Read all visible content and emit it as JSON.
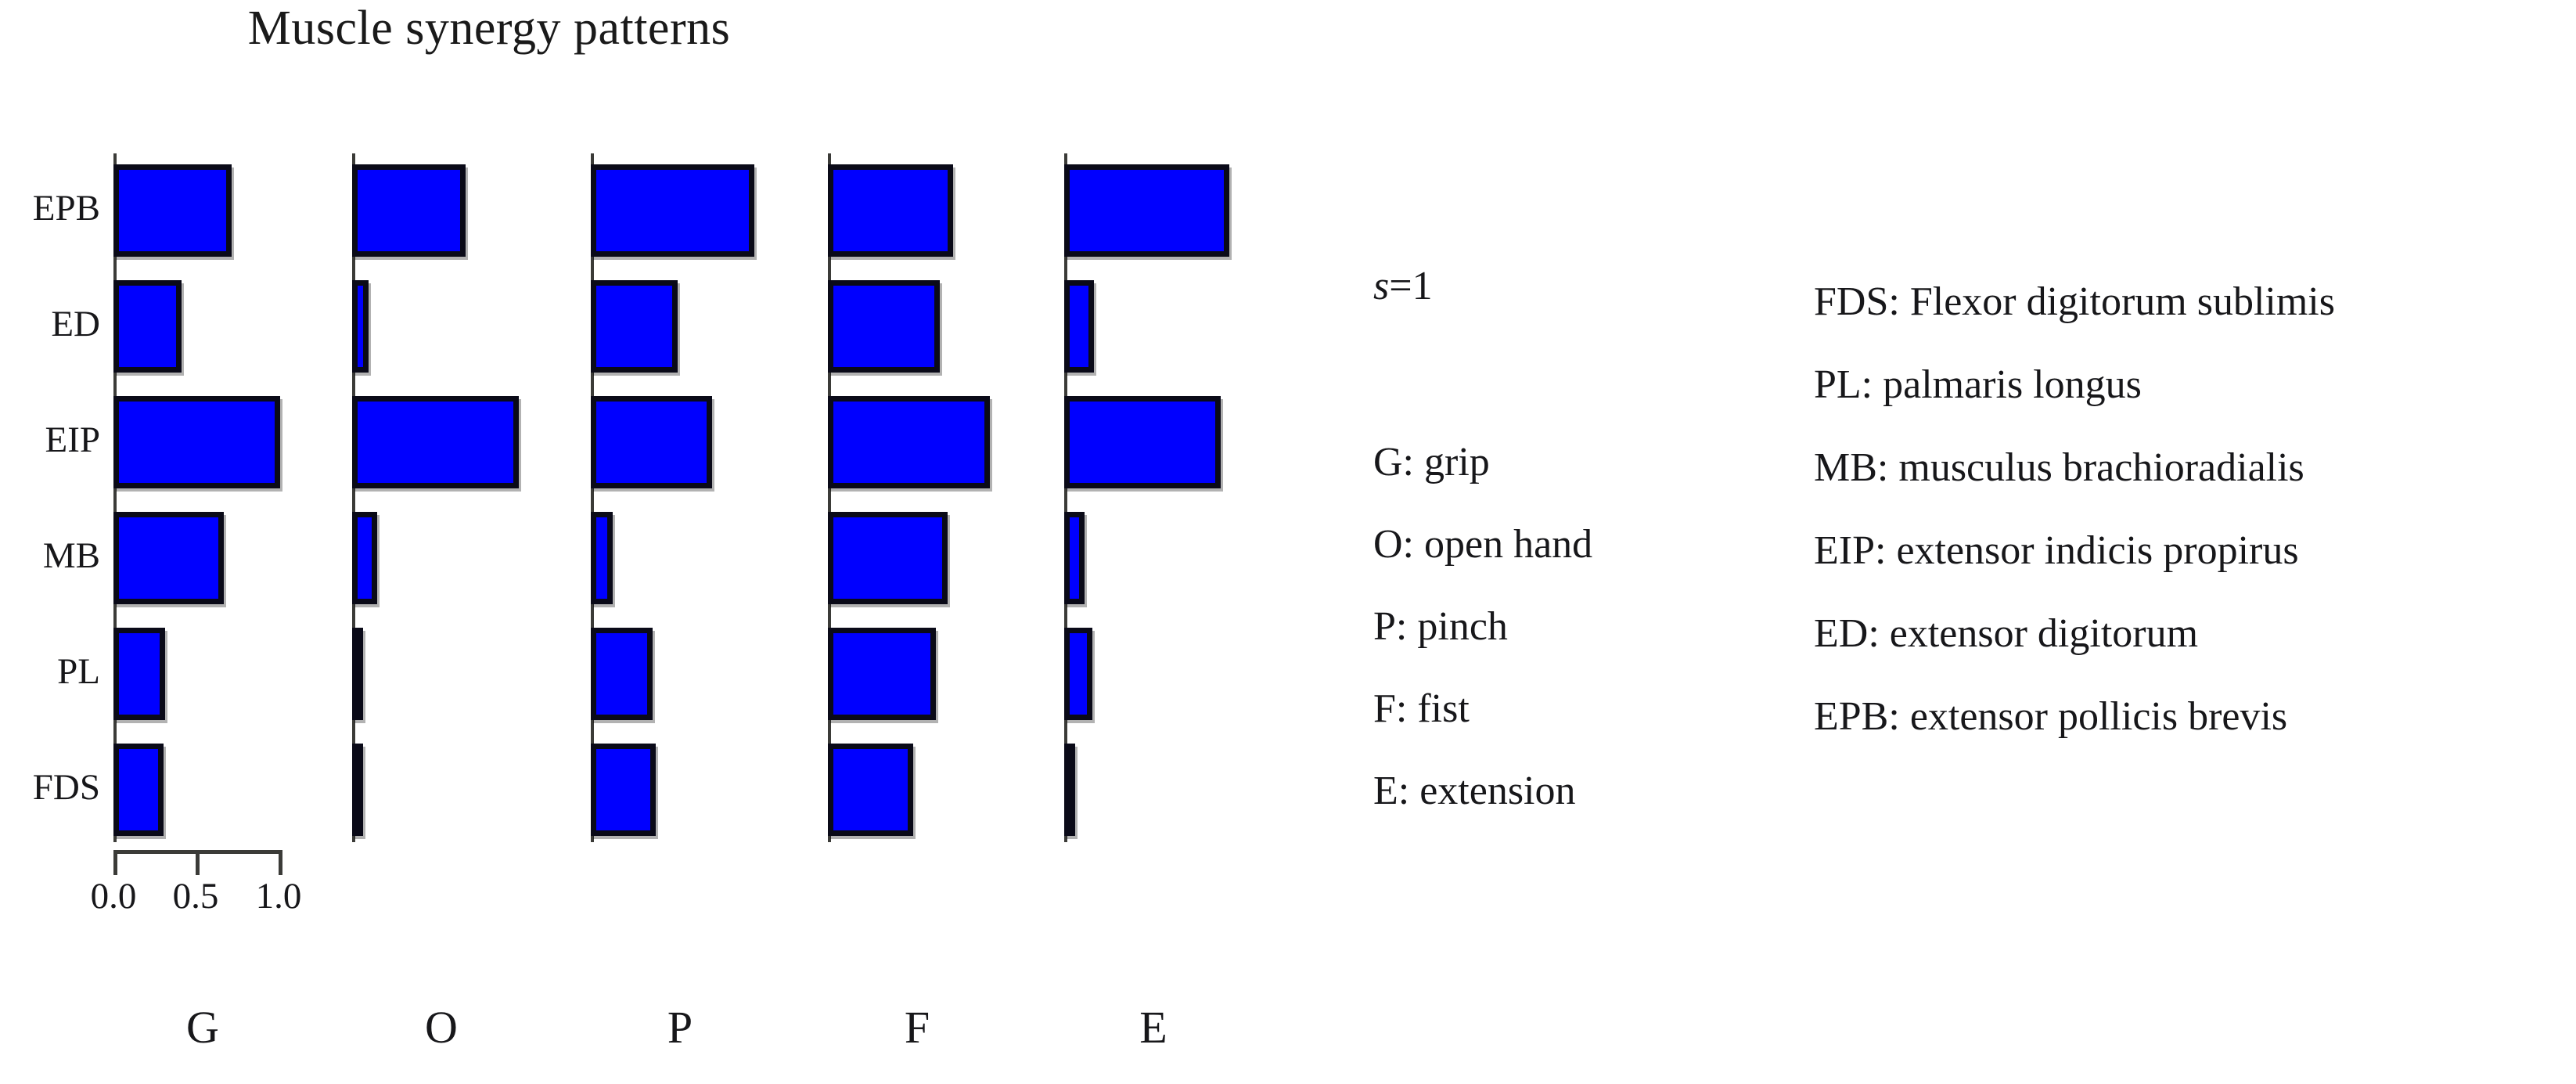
{
  "chart_data": {
    "type": "bar",
    "title": "Muscle synergy patterns",
    "orientation": "horizontal",
    "xlabel": "",
    "ylabel": "",
    "xlim": [
      0.0,
      1.0
    ],
    "xticks": [
      "0.0",
      "0.5",
      "1.0"
    ],
    "xtick_values": [
      0.0,
      0.5,
      1.0
    ],
    "grid": false,
    "legend_position": "right",
    "bar_color": "#0000FF",
    "bar_edge_color": "#0A0A18",
    "axis_color": "#3B3B38",
    "categories": [
      "EPB",
      "ED",
      "EIP",
      "MB",
      "PL",
      "FDS"
    ],
    "panels": [
      {
        "key": "G",
        "label": "G",
        "values": [
          0.71,
          0.41,
          1.0,
          0.66,
          0.31,
          0.3
        ]
      },
      {
        "key": "O",
        "label": "O",
        "values": [
          0.68,
          0.1,
          1.0,
          0.15,
          0.05,
          0.05
        ]
      },
      {
        "key": "P",
        "label": "P",
        "values": [
          0.98,
          0.52,
          0.73,
          0.13,
          0.37,
          0.39
        ]
      },
      {
        "key": "F",
        "label": "F",
        "values": [
          0.75,
          0.67,
          0.97,
          0.72,
          0.65,
          0.51
        ]
      },
      {
        "key": "E",
        "label": "E",
        "values": [
          0.99,
          0.18,
          0.94,
          0.12,
          0.17,
          0.05
        ]
      }
    ]
  },
  "synergy_label": {
    "prefix": "s",
    "rest": "=1",
    "full": "s=1"
  },
  "task_legend": [
    "G: grip",
    "O: open hand",
    "P: pinch",
    "F: fist",
    "E: extension"
  ],
  "muscle_legend": [
    "FDS: Flexor digitorum sublimis",
    "PL: palmaris longus",
    "MB: musculus brachioradialis",
    "EIP: extensor indicis propirus",
    "ED: extensor digitorum",
    "EPB: extensor pollicis brevis"
  ]
}
